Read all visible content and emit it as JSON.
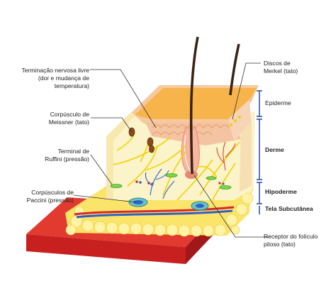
{
  "labels": {
    "free_nerve_ending": "Terminação nervosa livre\n(dor e mudança de\ntemperatura)",
    "meissner": "Corpúsculo de\nMeissner (tato)",
    "ruffini": "Terminal de\nRuffini (pressão)",
    "pacini": "Corpúsculos de\nPaccini (pressão)",
    "merkel": "Discos de\nMerkel (tato)",
    "epiderme": "Epiderme",
    "derme": "Derme",
    "hipoderme": "Hipoderme",
    "tela": "Tela Subcutânea",
    "follicle": "Receptor do folículo\npiloso (tato)"
  },
  "colors": {
    "epidermis_top": "#f6b44a",
    "epidermis_side": "#f8c9a0",
    "dermis": "#fbf3c9",
    "fat": "#fbe46a",
    "muscle": "#d8282b",
    "nerve": "#f2d200",
    "hair": "#3a2214",
    "leader_line": "#333333",
    "bracket": "#1f4e9b"
  }
}
